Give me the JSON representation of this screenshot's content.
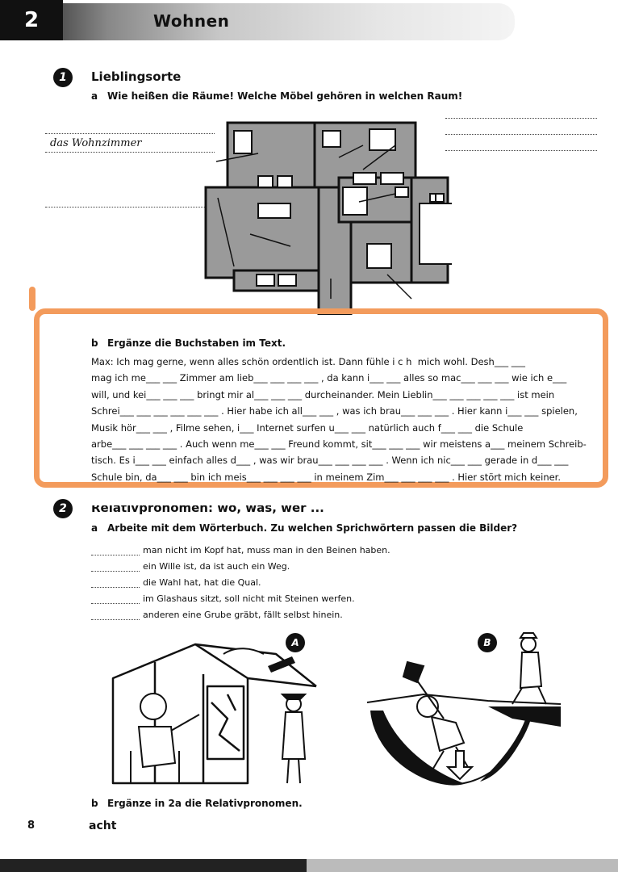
{
  "header": {
    "chapter_number": "2",
    "chapter_title": "Wohnen"
  },
  "ex1": {
    "badge": "1",
    "title": "Lieblingsorte",
    "a": {
      "letter": "a",
      "text": "Wie heißen die Räume! Welche Möbel gehören in welchen Raum!",
      "answer": "das Wohnzimmer"
    },
    "b": {
      "letter": "b",
      "instruction": "Ergänze die Buchstaben im Text.",
      "lines": [
        "Max: Ich mag gerne, wenn alles schön ordentlich ist. Dann fühle i c h  mich wohl. Desh___ ___",
        "mag ich me___ ___ Zimmer am lieb___ ___ ___ ___ , da kann i___ ___ alles so mac___ ___ ___ wie ich e___",
        "will, und kei___ ___ ___ bringt mir al___ ___ ___ durcheinander. Mein Lieblin___ ___ ___ ___ ___ ist mein",
        "Schrei___ ___ ___ ___ ___ ___ . Hier habe ich all___ ___ , was ich brau___ ___ ___ . Hier kann i___ ___ spielen,",
        "Musik hör___ ___ , Filme sehen, i___ Internet surfen u___ ___ natürlich auch f___ ___ die Schule",
        "arbe___ ___ ___ ___ . Auch wenn me___ ___ Freund kommt, sit___ ___ ___ wir meistens a___ meinem Schreib-",
        "tisch. Es i___ ___ einfach alles d___ , was wir brau___ ___ ___ ___ . Wenn ich nic___ ___ gerade in d___ ___",
        "Schule bin, da___ ___ bin ich meis___ ___ ___ ___ in meinem Zim___ ___ ___ ___ . Hier stört mich keiner."
      ]
    }
  },
  "ex2": {
    "badge": "2",
    "title": "Relativpronomen: wo, was, wer ...",
    "a": {
      "letter": "a",
      "text": "Arbeite mit dem Wörterbuch. Zu welchen Sprichwörtern passen die Bilder?"
    },
    "sayings": [
      "man nicht im Kopf hat, muss man in den Beinen haben.",
      "ein Wille ist, da ist auch ein Weg.",
      "die Wahl hat, hat die Qual.",
      "im Glashaus sitzt, soll nicht mit Steinen werfen.",
      "anderen eine Grube gräbt, fällt selbst hinein."
    ],
    "pictures": {
      "a": "A",
      "b": "B"
    },
    "b": {
      "letter": "b",
      "text": "Ergänze in 2a die Relativpronomen."
    }
  },
  "footer": {
    "page_number": "8",
    "page_word": "acht"
  }
}
